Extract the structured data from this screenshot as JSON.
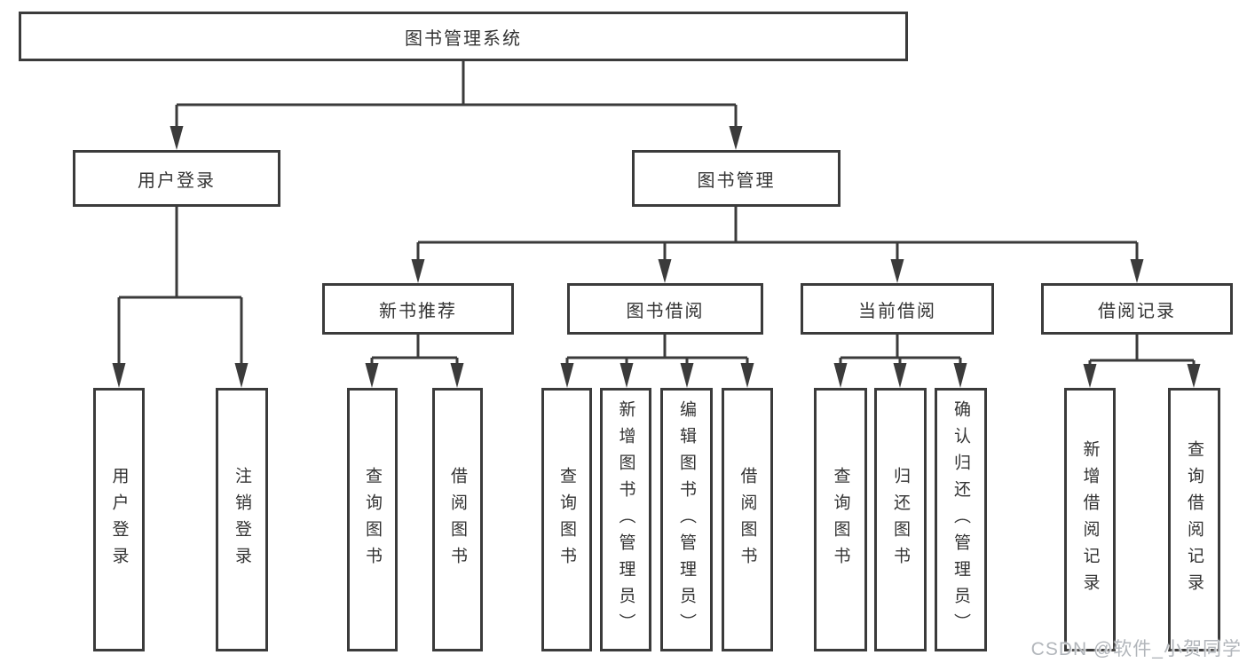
{
  "tree": {
    "label": "图书管理系统",
    "children": [
      {
        "label": "用户登录",
        "children": [
          {
            "label": "用户登录"
          },
          {
            "label": "注销登录"
          }
        ]
      },
      {
        "label": "图书管理",
        "children": [
          {
            "label": "新书推荐",
            "children": [
              {
                "label": "查询图书"
              },
              {
                "label": "借阅图书"
              }
            ]
          },
          {
            "label": "图书借阅",
            "children": [
              {
                "label": "查询图书"
              },
              {
                "label": "新增图书（管理员）"
              },
              {
                "label": "编辑图书（管理员）"
              },
              {
                "label": "借阅图书"
              }
            ]
          },
          {
            "label": "当前借阅",
            "children": [
              {
                "label": "查询图书"
              },
              {
                "label": "归还图书"
              },
              {
                "label": "确认归还（管理员）"
              }
            ]
          },
          {
            "label": "借阅记录",
            "children": [
              {
                "label": "新增借阅记录"
              },
              {
                "label": "查询借阅记录"
              }
            ]
          }
        ]
      }
    ]
  },
  "watermark": {
    "text": "CSDN @软件_小贺同学"
  },
  "colors": {
    "line": "#3b3b3b",
    "text": "#333333",
    "background": "#ffffff",
    "watermark": "#b2b6bb"
  }
}
